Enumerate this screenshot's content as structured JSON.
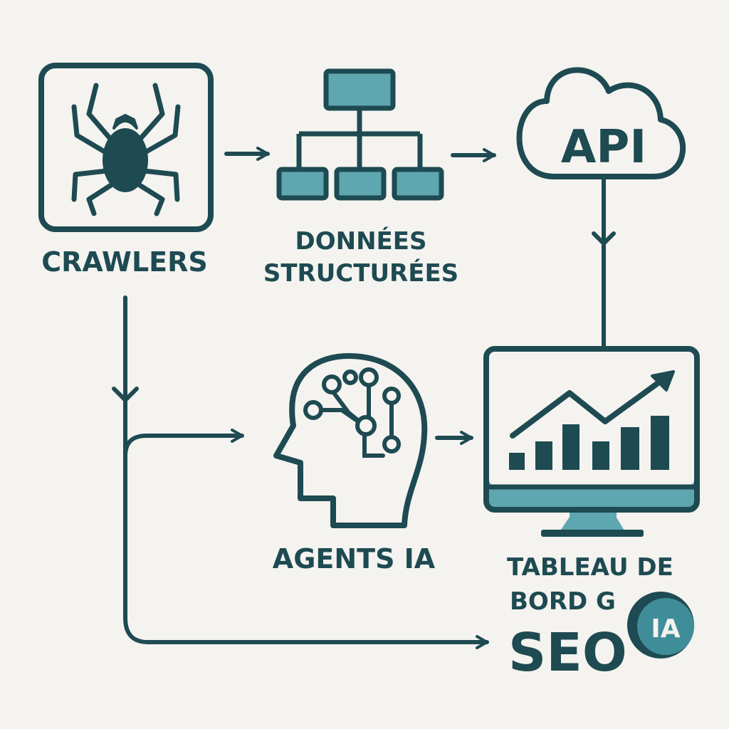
{
  "colors": {
    "background": "#f4f3ef",
    "dark": "#1e4a52",
    "teal": "#5ea6b0",
    "teal_dark": "#3f8d99"
  },
  "nodes": {
    "crawlers": {
      "label": "CRAWLERS",
      "icon": "spider-icon"
    },
    "structured_data": {
      "label_line1": "DONNÉES",
      "label_line2": "STRUCTURÉES",
      "icon": "hierarchy-icon"
    },
    "api": {
      "label": "API",
      "icon": "cloud-icon"
    },
    "ai_agents": {
      "label": "AGENTS IA",
      "icon": "brain-head-icon"
    },
    "dashboard": {
      "label_line1": "TABLEAU DE",
      "label_line2": "BORD G",
      "label_line3": "SEO",
      "badge": "IA",
      "icon": "monitor-chart-icon"
    }
  }
}
